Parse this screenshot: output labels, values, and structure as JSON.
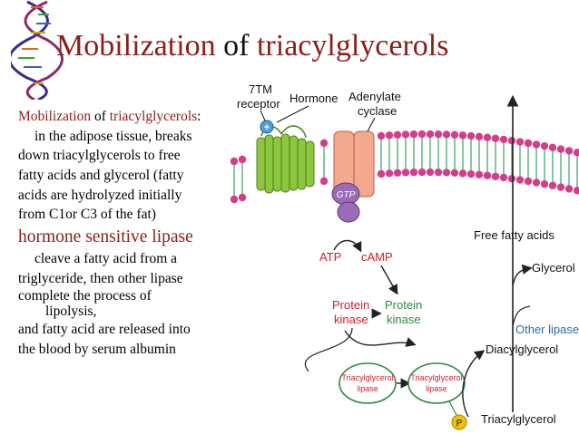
{
  "title": {
    "part1": "Mobilization",
    "part2": "of",
    "part3": "triacylglycerols"
  },
  "body": {
    "line1_a": "Mobilization",
    "line1_b": "of",
    "line1_c": "triacylglycerols",
    "line1_d": ":",
    "line2": "in the adipose tissue, breaks",
    "line3": "down triacylglycerols to free",
    "line4": "fatty acids and glycerol (fatty",
    "line5": "acids are hydrolyzed initially",
    "line6": "from C1or C3 of the fat)",
    "line7": "hormone sensitive lipase",
    "line8": "cleave a fatty acid from a",
    "line9": "triglyceride, then other lipase",
    "line10": "complete the process of",
    "line11": "lipolysis,",
    "line12": "and fatty acid  are released into",
    "line13": "the blood by serum albumin"
  },
  "diagram": {
    "receptor_label_1": "7TM",
    "receptor_label_2": "receptor",
    "hormone_label": "Hormone",
    "adenylate_label_1": "Adenylate",
    "adenylate_label_2": "cyclase",
    "gtp_label": "GTP",
    "atp_label": "ATP",
    "camp_label": "cAMP",
    "pk1_label_1": "Protein",
    "pk1_label_2": "kinase",
    "pk2_label_1": "Protein",
    "pk2_label_2": "kinase",
    "tl1_label_1": "Triacylglycerol",
    "tl1_label_2": "lipase",
    "tl2_label_1": "Triacylglycerol",
    "tl2_label_2": "lipase",
    "p_label": "P",
    "ffa_label": "Free fatty acids",
    "glycerol_label": "Glycerol",
    "other_lipases_label": "Other lipases",
    "dag_label": "Diacylglycerol",
    "tag_label": "Triacylglycerol",
    "plus_label": "+"
  },
  "colors": {
    "title_accent": "#8B1E18",
    "membrane_head": "#D53C8A",
    "membrane_tail": "#3C9E63",
    "receptor": "#8DC63F",
    "adenylate_cyclase": "#F2A98F",
    "g_protein": "#9B6BB8",
    "red_label": "#D01F2A",
    "green_label": "#2E8B3E",
    "blue_label": "#2B6CB0",
    "phosphate": "#F2C200"
  }
}
